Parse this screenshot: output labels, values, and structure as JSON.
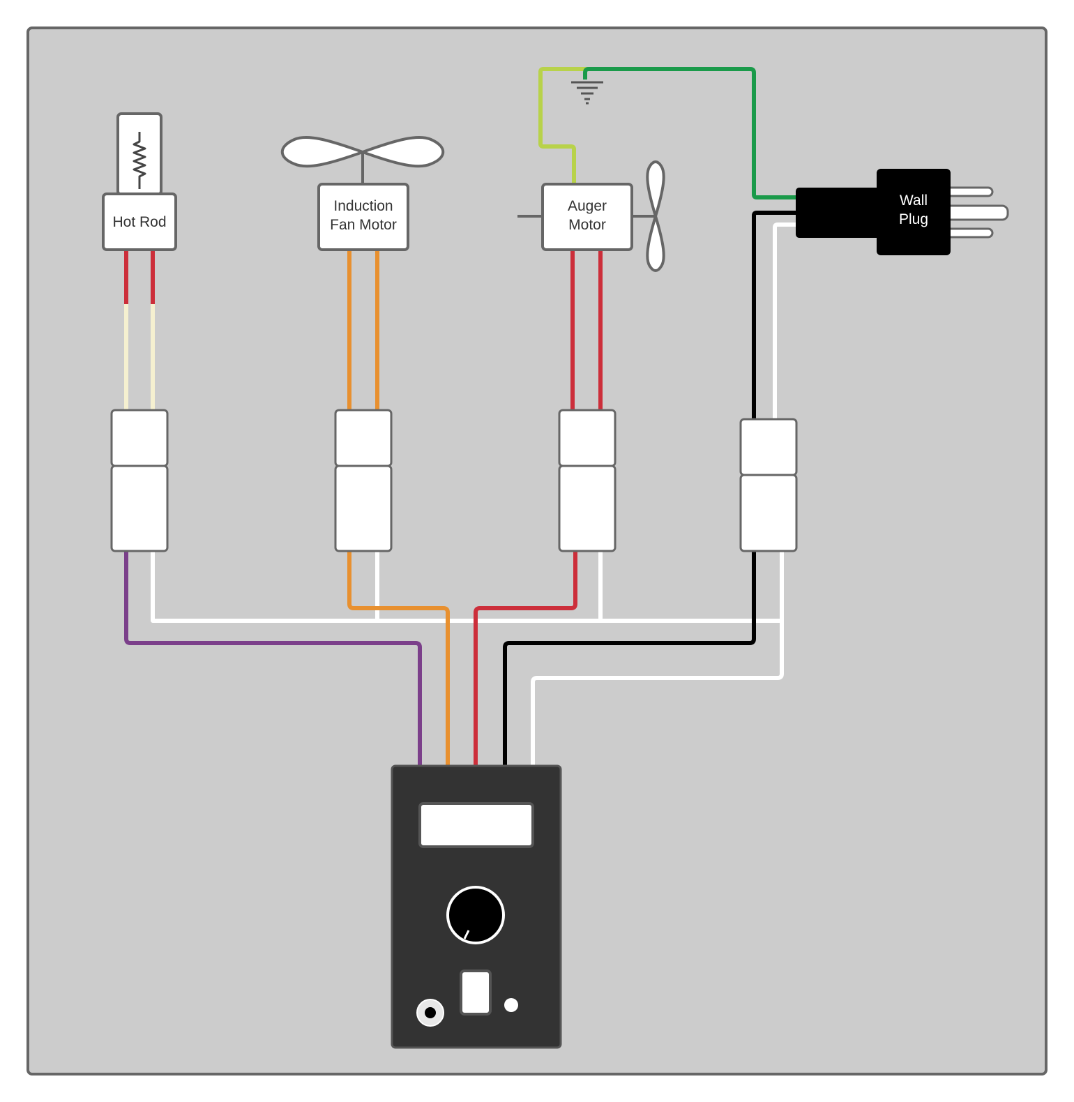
{
  "components": {
    "hot_rod": {
      "label": "Hot Rod"
    },
    "induction_fan_motor": {
      "label_line1": "Induction",
      "label_line2": "Fan Motor"
    },
    "auger_motor": {
      "label_line1": "Auger",
      "label_line2": "Motor"
    },
    "wall_plug": {
      "label_line1": "Wall",
      "label_line2": "Plug"
    }
  },
  "colors": {
    "background": "#cccccc",
    "outline": "#666666",
    "box_fill": "#ffffff",
    "wire_red": "#cc2e3a",
    "wire_cream": "#f5f0d0",
    "wire_orange": "#e8902f",
    "wire_purple": "#7b3f8a",
    "wire_white": "#ffffff",
    "wire_black": "#000000",
    "wire_green": "#1a9a4a",
    "wire_lime": "#b8d24a",
    "controller": "#333333",
    "plug": "#000000"
  }
}
